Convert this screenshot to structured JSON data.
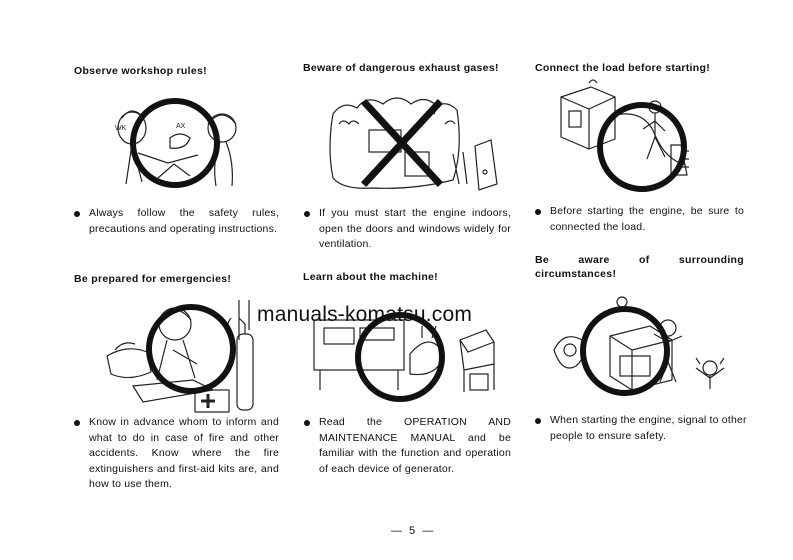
{
  "sections": [
    {
      "heading": "Observe workshop rules!",
      "text": "Always follow the safety rules, precautions and operating instructions.",
      "illustration": "workers-shaking-hands-icon",
      "symbol": "circle"
    },
    {
      "heading": "Beware of dangerous exhaust gases!",
      "text": "If you must start the engine indoors, open the doors and windows widely for ventilation.",
      "illustration": "generator-in-smoky-room-icon",
      "symbol": "cross"
    },
    {
      "heading": "Connect the load before starting!",
      "text": "Before starting the engine, be sure to connected the load.",
      "illustration": "generator-with-load-cable-icon",
      "symbol": "circle"
    },
    {
      "heading": "Be prepared for emergencies!",
      "text": "Know in advance whom to inform and what to do in case of fire and other accidents. Know where the fire extinguishers and first-aid kits are, and how to use them.",
      "illustration": "phone-extinguisher-first-aid-icon",
      "symbol": "circle"
    },
    {
      "heading": "Learn about the machine!",
      "text": "Read the OPERATION AND MAINTENANCE MANUAL and be familiar with the function and operation of each device of generator.",
      "illustration": "reading-manual-icon",
      "symbol": "circle"
    },
    {
      "heading": "Be aware of surrounding circumstances!",
      "text": "When starting the engine, signal to other people to ensure safety.",
      "illustration": "signaling-people-icon",
      "symbol": "circle"
    }
  ],
  "watermark": "manuals-komatsu.com",
  "page_number": "— 5 —"
}
